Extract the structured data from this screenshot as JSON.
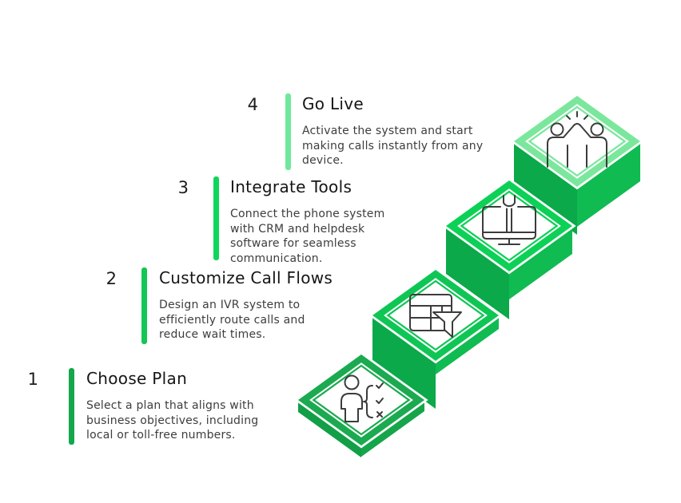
{
  "background": "#ffffff",
  "steps": [
    {
      "number": "1",
      "title": "Choose Plan",
      "description": "Select a plan that aligns with\nbusiness objectives, including\nlocal or toll-free numbers.",
      "accent": "#14A74C",
      "frame": "#1BAA50",
      "icon": "person-checklist-icon"
    },
    {
      "number": "2",
      "title": "Customize Call Flows",
      "description": "Design an IVR system to\nefficiently route calls and\nreduce wait times.",
      "accent": "#12C754",
      "frame": "#0FC655",
      "icon": "table-filter-icon"
    },
    {
      "number": "3",
      "title": "Integrate Tools",
      "description": "Connect the phone system\nwith CRM and helpdesk\nsoftware for seamless\ncommunication.",
      "accent": "#0ED65C",
      "frame": "#0CD156",
      "icon": "monitor-wrench-icon"
    },
    {
      "number": "4",
      "title": "Go Live",
      "description": "Activate the system and start\nmaking calls instantly from any\ndevice.",
      "accent": "#70E89C",
      "frame": "#7BE79D",
      "icon": "high-five-icon"
    }
  ],
  "stairs": {
    "side_left": "#0BA94A",
    "side_right": "#10BB52",
    "side_left_bottom": "#129F47",
    "side_right_bottom": "#16A54B",
    "pinstripe": "#FFFFFF",
    "panel": "#FFFFFF",
    "icon_stroke": "#3C3C3C"
  }
}
